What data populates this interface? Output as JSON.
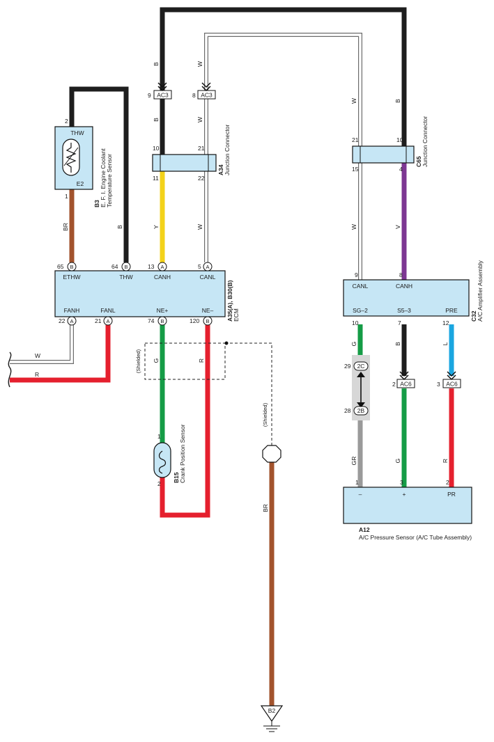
{
  "colors": {
    "black": "#1e1e1e",
    "white_wire_outline": "#6b6b6b",
    "brown": "#a2532d",
    "yellow": "#f3d21a",
    "red": "#e5202e",
    "green": "#159c46",
    "violet": "#7d3793",
    "light_blue": "#1aa6e0",
    "gray": "#9a9a9a",
    "component_fill": "#c6e6f5"
  },
  "wires": {
    "b": "B",
    "w": "W",
    "br": "BR",
    "y": "Y",
    "r": "R",
    "g": "G",
    "v": "V",
    "l": "L",
    "gr": "GR"
  },
  "connectors": {
    "ac3": "AC3",
    "ac6": "AC6",
    "2c": "2C",
    "2b": "2B",
    "b2": "B2"
  },
  "pins": {
    "p9": "9",
    "p8": "8",
    "p10": "10",
    "p21": "21",
    "p11": "11",
    "p22": "22",
    "p15": "15",
    "p4": "4",
    "p2": "2",
    "p1": "1",
    "p65": "65",
    "p64": "64",
    "p13": "13",
    "p5": "5",
    "p74": "74",
    "p120": "120",
    "p7": "7",
    "p12": "12",
    "p29": "29",
    "p28": "28",
    "p3": "3",
    "letterA": "A",
    "letterB": "B"
  },
  "components": {
    "b3": {
      "code": "B3",
      "line1": "E. F. I.  Engine Coolant",
      "line2": "Temperature Sensor",
      "pin_thw": "THW",
      "pin_e2": "E2"
    },
    "a34": {
      "code": "A34",
      "name": "Junction Connector"
    },
    "c65": {
      "code": "C65",
      "name": "Junction Connector"
    },
    "ecm": {
      "code": "A35(A), B30(B)",
      "name": "ECM",
      "top": [
        "ETHW",
        "THW",
        "CANH",
        "CANL"
      ],
      "bottom": [
        "FANH",
        "FANL",
        "NE+",
        "NE–"
      ]
    },
    "c32": {
      "code": "C32",
      "name": "A/C Amplifier Assembly",
      "top": [
        "CANL",
        "CANH"
      ],
      "bottom": [
        "SG–2",
        "S5–3",
        "PRE"
      ]
    },
    "b15": {
      "code": "B15",
      "name": "Crank Position Sensor"
    },
    "a12": {
      "code": "A12",
      "name": "A/C Pressure Sensor (A/C Tube Assembly)",
      "pins": [
        "–",
        "+",
        "PR"
      ]
    }
  },
  "labels": {
    "shielded": "(Shielded)"
  }
}
